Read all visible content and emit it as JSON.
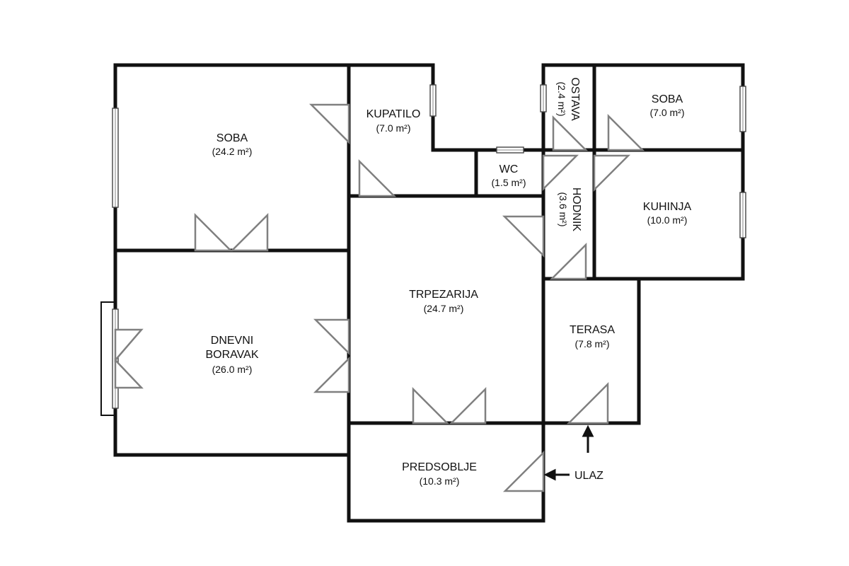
{
  "rooms": {
    "soba_big": {
      "name": "SOBA",
      "area": "(24.2 m²)"
    },
    "kupatilo": {
      "name": "KUPATILO",
      "area": "(7.0 m²)"
    },
    "wc": {
      "name": "WC",
      "area": "(1.5 m²)"
    },
    "ostava": {
      "name": "OSTAVA",
      "area": "(2.4 m²)"
    },
    "soba_small": {
      "name": "SOBA",
      "area": "(7.0 m²)"
    },
    "hodnik": {
      "name": "HODNIK",
      "area": "(3.6 m²)"
    },
    "kuhinja": {
      "name": "KUHINJA",
      "area": "(10.0 m²)"
    },
    "trpezarija": {
      "name": "TRPEZARIJA",
      "area": "(24.7 m²)"
    },
    "dnevni": {
      "name_line1": "DNEVNI",
      "name_line2": "BORAVAK",
      "area": "(26.0 m²)"
    },
    "terasa": {
      "name": "TERASA",
      "area": "(7.8 m²)"
    },
    "predsoblje": {
      "name": "PREDSOBLJE",
      "area": "(10.3 m²)"
    }
  },
  "entrance": {
    "label": "ULAZ"
  },
  "colors": {
    "wall": "#111111",
    "door": "#808080",
    "background": "#ffffff"
  }
}
